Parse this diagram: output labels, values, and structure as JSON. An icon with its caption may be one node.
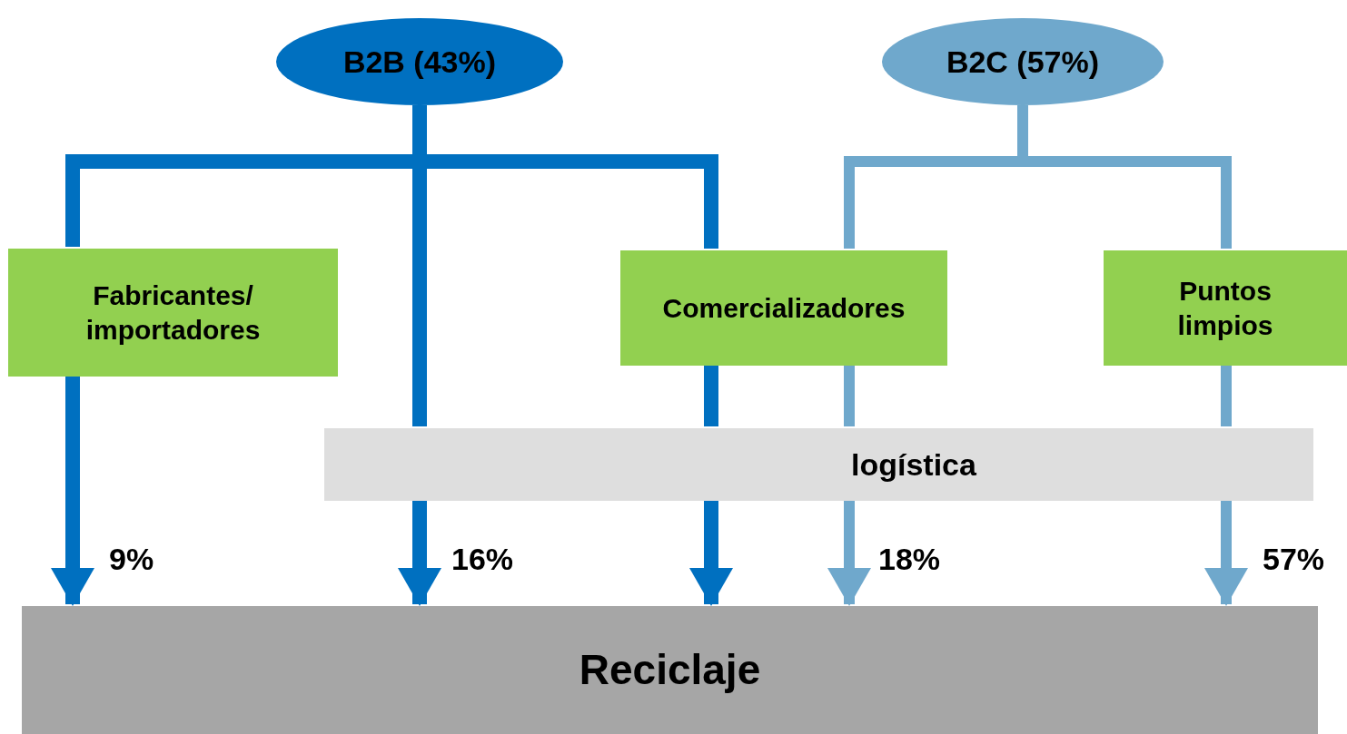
{
  "diagram": {
    "nodes": [
      {
        "text": [
          "B2B (43%)"
        ]
      },
      {
        "text": [
          "B2C (57%)"
        ]
      },
      {
        "text": [
          "Fabricantes/ importadores"
        ]
      },
      {
        "text": [
          "Comercializadores"
        ]
      },
      {
        "text": [
          "Puntos limpios"
        ]
      },
      {
        "text": [
          "logística"
        ]
      },
      {
        "text": [
          "Reciclaje"
        ]
      }
    ],
    "edges": [
      {
        "from": 0,
        "to": 2,
        "arrow": "none"
      },
      {
        "from": 2,
        "to": 6,
        "arrow": "to",
        "label": "9%"
      },
      {
        "from": 0,
        "to": 5,
        "arrow": "none"
      },
      {
        "from": 5,
        "to": 6,
        "arrow": "to",
        "label": "16%"
      },
      {
        "from": 0,
        "to": 3,
        "arrow": "none"
      },
      {
        "from": 3,
        "to": 5,
        "arrow": "none"
      },
      {
        "from": 5,
        "to": 6,
        "arrow": "to"
      },
      {
        "from": 1,
        "to": 3,
        "arrow": "none",
        "color": "#6fa8cc"
      },
      {
        "from": 3,
        "to": 5,
        "arrow": "none",
        "color": "#6fa8cc"
      },
      {
        "from": 5,
        "to": 6,
        "arrow": "to",
        "label": "18%",
        "color": "#6fa8cc"
      },
      {
        "from": 1,
        "to": 4,
        "arrow": "none",
        "color": "#6fa8cc"
      },
      {
        "from": 4,
        "to": 5,
        "arrow": "none",
        "color": "#6fa8cc"
      },
      {
        "from": 5,
        "to": 6,
        "arrow": "to",
        "label": "57%",
        "color": "#6fa8cc"
      }
    ]
  }
}
